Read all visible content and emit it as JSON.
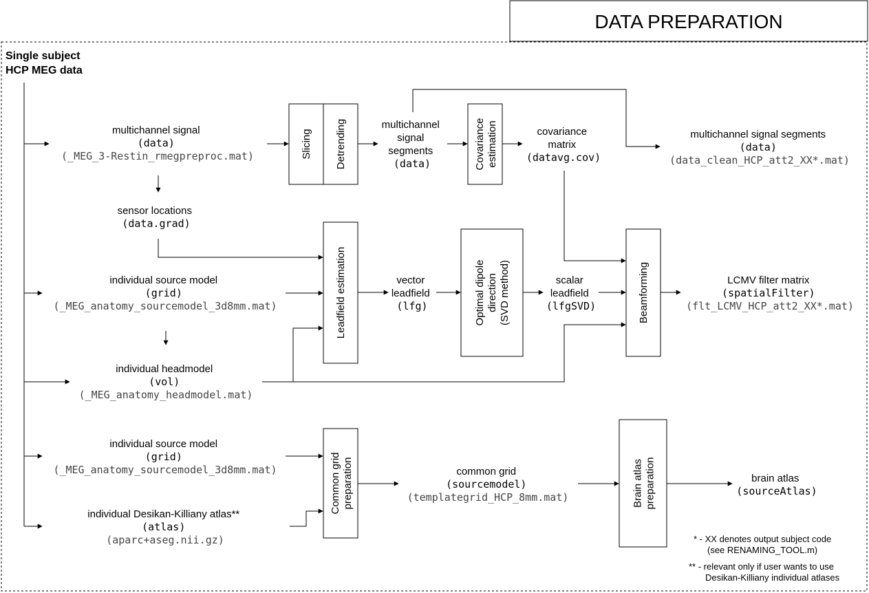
{
  "title": "DATA PREPARATION",
  "subject": [
    "Single subject",
    "HCP MEG data"
  ],
  "nodes": {
    "signal": {
      "label": "multichannel signal",
      "var": "(data)",
      "file": "(_MEG_3-Restin_rmegpreproc.mat)"
    },
    "sensor": {
      "label": "sensor locations",
      "var": "(data.grad)"
    },
    "srcmodel1": {
      "label": "individual source model",
      "var": "(grid)",
      "file": "(_MEG_anatomy_sourcemodel_3d8mm.mat)"
    },
    "headmodel": {
      "label": "individual headmodel",
      "var": "(vol)",
      "file": "(_MEG_anatomy_headmodel.mat)"
    },
    "srcmodel2": {
      "label": "individual source model",
      "var": "(grid)",
      "file": "(_MEG_anatomy_sourcemodel_3d8mm.mat)"
    },
    "atlas": {
      "label": "individual Desikan-Killiany atlas**",
      "var": "(atlas)",
      "file": "(aparc+aseg.nii.gz)"
    },
    "segments": {
      "lines": [
        "multichannel",
        "signal",
        "segments"
      ],
      "var": "(data)"
    },
    "covariance": {
      "lines": [
        "covariance",
        "matrix"
      ],
      "var": "(datavg.cov)"
    },
    "segout": {
      "label": "multichannel signal segments",
      "var": "(data)",
      "file": "(data_clean_HCP_att2_XX*.mat)"
    },
    "vector": {
      "lines": [
        "vector",
        "leadfield"
      ],
      "var": "(lfg)"
    },
    "scalar": {
      "lines": [
        "scalar",
        "leadfield"
      ],
      "var": "(lfgSVD)"
    },
    "lcmv": {
      "label": "LCMV filter matrix",
      "var": "(spatialFilter)",
      "file": "(flt_LCMV_HCP_att2_XX*.mat)"
    },
    "grid": {
      "label": "common grid",
      "var": "(sourcemodel)",
      "file": "(templategrid_HCP_8mm.mat)"
    },
    "brain": {
      "label": "brain atlas",
      "var": "(sourceAtlas)"
    }
  },
  "processes": {
    "slicing": "Slicing",
    "detrending": "Detrending",
    "cov_est": [
      "Covariance",
      "estimation"
    ],
    "leadfield": "Leadfield estimation",
    "dipole": [
      "Optimal dipole",
      "direction",
      "(SVD method)"
    ],
    "beamforming": "Beamforming",
    "grid_prep": [
      "Common grid",
      "preparation"
    ],
    "atlas_prep": [
      "Brain atlas",
      "preparation"
    ]
  },
  "notes": [
    "* - XX denotes output subject code",
    "(see RENAMING_TOOL.m)",
    "** - relevant only if user wants to use",
    "Desikan-Killiany individual atlases"
  ]
}
